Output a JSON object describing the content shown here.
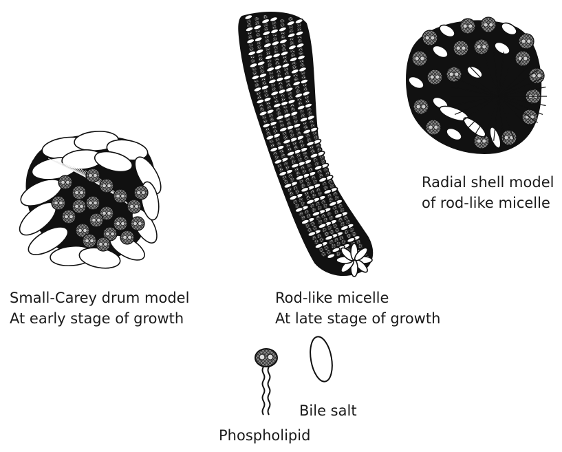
{
  "diagram": {
    "labels": {
      "drum_model": [
        "Small-Carey drum model",
        "At early stage of growth"
      ],
      "rod_micelle": [
        "Rod-like micelle",
        "At late stage of growth"
      ],
      "radial_model": [
        "Radial shell model",
        "of rod-like micelle"
      ],
      "bile_salt": "Bile salt",
      "phospholipid": "Phospholipid"
    },
    "legend": {
      "phospholipid_icon": "phospholipid-icon",
      "bile_salt_icon": "bile-salt-icon"
    },
    "colors": {
      "ink": "#1a1a1a",
      "phospholipid_head_fill": "#6a6a6a",
      "bile_salt_fill": "#ffffff"
    }
  }
}
